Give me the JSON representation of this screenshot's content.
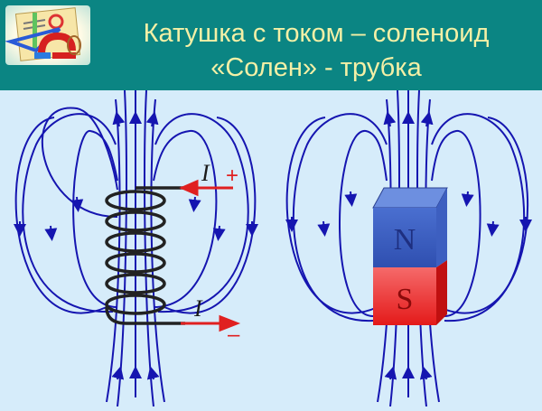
{
  "header": {
    "title_line1": "Катушка с током – соленоид",
    "title_line2": "«Солен» - трубка",
    "logo_icon": "physics-book-magnet-icon",
    "background_color": "#0b8583",
    "title_color": "#f4f0a6"
  },
  "diagram": {
    "background_color": "#d6ecfa",
    "field_line_color": "#1515b0",
    "solenoid": {
      "current_label_top": "I",
      "current_sign_top": "+",
      "current_label_bottom": "I",
      "current_sign_bottom": "–",
      "turns": 6,
      "wire_color": "#222222",
      "current_arrow_color": "#e02020"
    },
    "bar_magnet": {
      "north_label": "N",
      "south_label": "S",
      "north_color": "#3355bb",
      "south_color": "#ee3333"
    }
  }
}
